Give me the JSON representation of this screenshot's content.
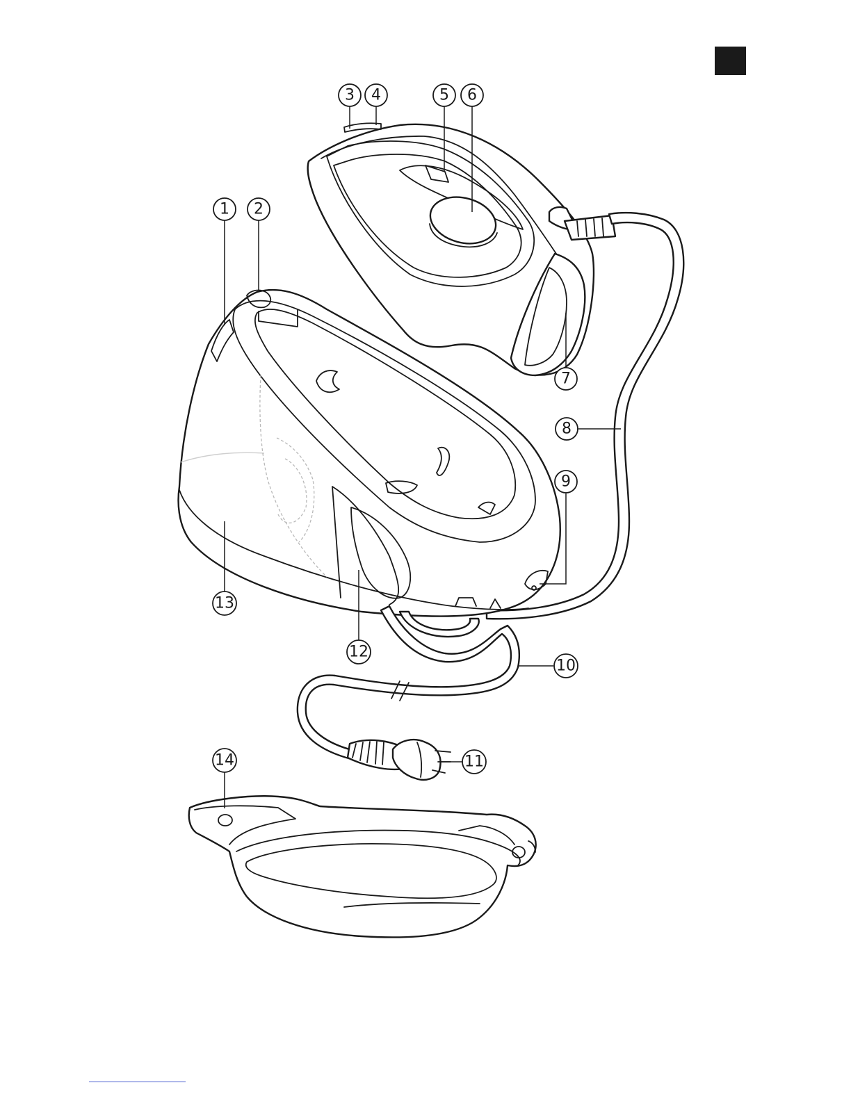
{
  "callouts": [
    {
      "id": "1",
      "label": "1"
    },
    {
      "id": "2",
      "label": "2"
    },
    {
      "id": "3",
      "label": "3"
    },
    {
      "id": "4",
      "label": "4"
    },
    {
      "id": "5",
      "label": "5"
    },
    {
      "id": "6",
      "label": "6"
    },
    {
      "id": "7",
      "label": "7"
    },
    {
      "id": "8",
      "label": "8"
    },
    {
      "id": "9",
      "label": "9"
    },
    {
      "id": "10",
      "label": "10"
    },
    {
      "id": "11",
      "label": "11"
    },
    {
      "id": "12",
      "label": "12"
    },
    {
      "id": "13",
      "label": "13"
    },
    {
      "id": "14",
      "label": "14"
    }
  ],
  "colors": {
    "line": "#1a1a1a",
    "marker": "#1a1a1a",
    "link_rule": "#4a5fd0"
  }
}
